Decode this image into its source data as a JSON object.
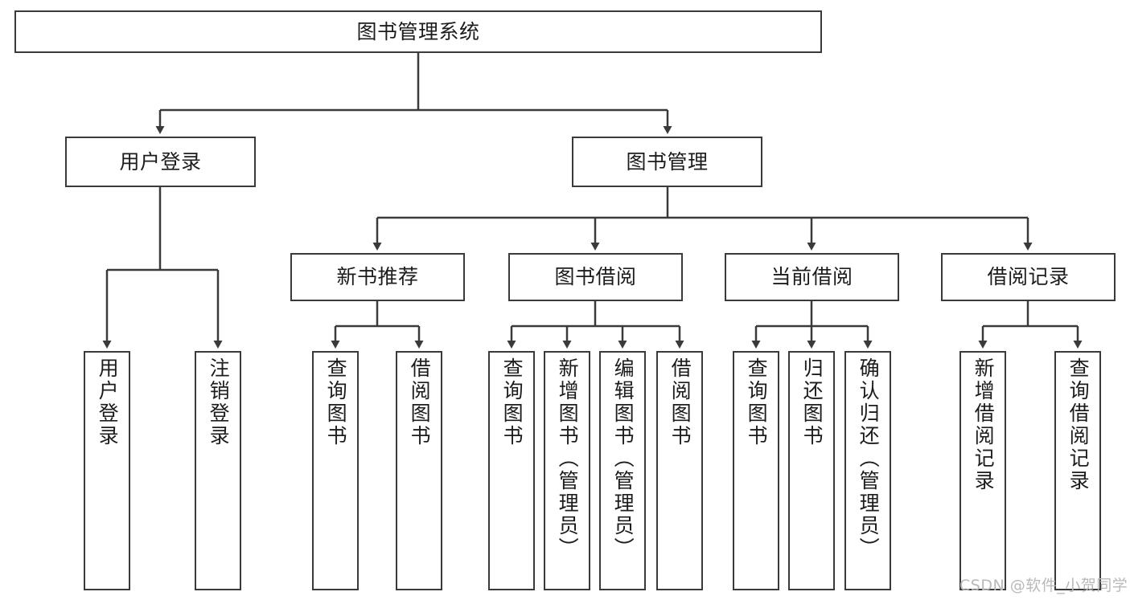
{
  "diagram": {
    "title": "图书管理系统",
    "type": "hierarchy-tree",
    "background": "#ffffff",
    "line_color": "#3a3a3a",
    "box_border_color": "#3a3a3a",
    "text_color": "#1c1c1c"
  },
  "root": {
    "label": "图书管理系统"
  },
  "level1": [
    {
      "label": "用户登录"
    },
    {
      "label": "图书管理"
    }
  ],
  "level2": [
    {
      "label": "新书推荐"
    },
    {
      "label": "图书借阅"
    },
    {
      "label": "当前借阅"
    },
    {
      "label": "借阅记录"
    }
  ],
  "leaves": {
    "user_login": [
      {
        "label": "用户登录"
      },
      {
        "label": "注销登录"
      }
    ],
    "new_book_recommend": [
      {
        "label": "查询图书"
      },
      {
        "label": "借阅图书"
      }
    ],
    "book_borrow": [
      {
        "label": "查询图书"
      },
      {
        "label": "新增图书（管理员）"
      },
      {
        "label": "编辑图书（管理员）"
      },
      {
        "label": "借阅图书"
      }
    ],
    "current_borrow": [
      {
        "label": "查询图书"
      },
      {
        "label": "归还图书"
      },
      {
        "label": "确认归还（管理员）"
      }
    ],
    "borrow_record": [
      {
        "label": "新增借阅记录"
      },
      {
        "label": "查询借阅记录"
      }
    ]
  },
  "watermark": {
    "text": "CSDN @软件_小贺同学"
  }
}
